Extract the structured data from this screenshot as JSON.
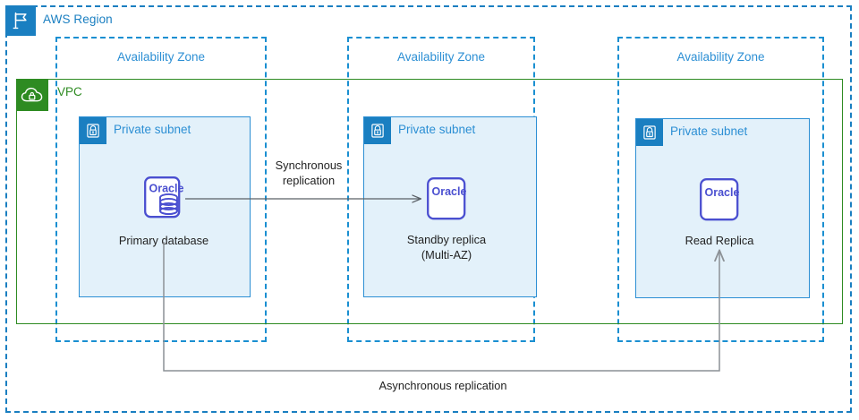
{
  "region": {
    "label": "AWS Region",
    "icon": "region-flag-icon",
    "color": "#1a7fc1"
  },
  "vpc": {
    "label": "VPC",
    "icon": "vpc-cloud-lock-icon",
    "color": "#2e8b22"
  },
  "availability_zones": [
    {
      "label": "Availability Zone"
    },
    {
      "label": "Availability Zone"
    },
    {
      "label": "Availability Zone"
    }
  ],
  "subnets": [
    {
      "label": "Private subnet",
      "icon": "lock-icon"
    },
    {
      "label": "Private subnet",
      "icon": "lock-icon"
    },
    {
      "label": "Private subnet",
      "icon": "lock-icon"
    }
  ],
  "nodes": [
    {
      "id": "primary-database",
      "icon_label": "Oracle",
      "icon": "oracle-database-icon",
      "caption": "Primary database",
      "has_cylinder": true
    },
    {
      "id": "standby-replica",
      "icon_label": "Oracle",
      "icon": "oracle-instance-icon",
      "caption": "Standby replica\n(Multi-AZ)",
      "has_cylinder": false
    },
    {
      "id": "read-replica",
      "icon_label": "Oracle",
      "icon": "oracle-instance-icon",
      "caption": "Read Replica",
      "has_cylinder": false
    }
  ],
  "connections": [
    {
      "id": "synchronous-replication",
      "label": "Synchronous\nreplication",
      "from": "primary-database",
      "to": "standby-replica"
    },
    {
      "id": "asynchronous-replication",
      "label": "Asynchronous replication",
      "from": "primary-database",
      "to": "read-replica"
    }
  ],
  "colors": {
    "aws_blue": "#1a7fc1",
    "az_blue": "#2c8fd4",
    "vpc_green": "#2e8b22",
    "subnet_fill": "#e3f1fa",
    "oracle_purple": "#4a4fd0",
    "connector_gray": "#5a6066",
    "text_dark": "#222222"
  }
}
